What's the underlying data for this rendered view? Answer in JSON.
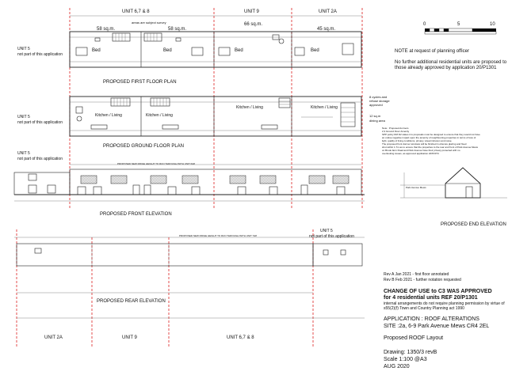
{
  "units_header": {
    "unit_678": "UNIT 6,7 & 8",
    "unit_9": "UNIT 9",
    "unit_2a": "UNIT 2A"
  },
  "first_floor": {
    "area_note": "areas are subject survey",
    "area_1": "58 sq.m.",
    "area_2": "58 sq.m.",
    "area_3": "66 sq.m.",
    "area_4": "45 sq.m.",
    "bed": "Bed",
    "title": "PROPOSED FIRST FLOOR PLAN"
  },
  "ground_floor": {
    "kitchen": "Kitchen / Living",
    "title": "PROPOSED GROUND FLOOR PLAN",
    "cycles_note_1": "8 cycles and",
    "cycles_note_2": "refuse storage",
    "cycles_note_3": "approved",
    "dining_1": "12 sq.m",
    "dining_2": "dining area"
  },
  "unit5_labels": {
    "line1": "UNIT 5",
    "line2": "not part of this application"
  },
  "front_elevation": {
    "ridge_note": "PROPOSED NEW RIDGE HEIGHT TO RUN THROUGH WITH UNIT 6&8",
    "title": "PROPOSED FRONT ELEVATION"
  },
  "end_elevation": {
    "title": "PROPOSED END ELEVATION",
    "label": "Park Avenue Mews"
  },
  "rear_elevation": {
    "ridge_note": "PROPOSED NEW RIDGE HEIGHT TO RUN THROUGH WITH UNIT 7&8",
    "title": "PROPOSED REAR ELEVATION",
    "unit_2a": "UNIT 2A",
    "unit_9": "UNIT 9",
    "unit_678": "UNIT 6,7 & 8"
  },
  "scale_bar": {
    "t0": "0",
    "t5": "5",
    "t10": "10"
  },
  "notes": {
    "planning_note": "NOTE at request of planning officer",
    "no_further_1": "No further additional residential units are proposed to",
    "no_further_2": "those already approved by application 20/P1301",
    "small_note_lines": [
      "Note : Proposed dormers",
      "2,3 Ground Floor Amenity",
      "SPP policy DM D2 states it is proposals must be designed to ensure that they would not have",
      "an undue negative impact upon the amenity of neighbouring properties in terms of loss of",
      "light, quality of living conditions, privacy, visual intrusion and noise.",
      "The proposed front dormer windows will be finished in obscure glazing and fixed",
      "shut within 1.7m as to ensure that the properties to the rear and front of Park Avenue Mews",
      "on Brook farm Road and Park Avenue have their privacy protected with no",
      "overlooking issues, as approved application 22/P2374"
    ]
  },
  "revisions": {
    "rev_a": "Rev A Jan 2021 - first floor annotated",
    "rev_b": "Rev B Feb 2021 - further notation requested"
  },
  "approval": {
    "line1": "CHANGE OF USE to C3 WAS APPROVED",
    "line2": "for 4 residential units  REF 20/P1301",
    "line3": "internal arrangements do not require planning permission by virtue of",
    "line4": "s55(2)(f) Town and Country Planning act 1990"
  },
  "application": {
    "line1": "APPLICATION : ROOF ALTERATIONS",
    "line2": "SITE :2a, 6-9  Park Avenue Mews CR4 2EL",
    "layout": "Proposed ROOF Layout"
  },
  "drawing": {
    "number": "Drawing: 1350/3 revB",
    "scale": "Scale 1:100 @A3",
    "date": "AUG 2020"
  },
  "colors": {
    "unit_divider": "#dd2222",
    "linework": "#222222"
  }
}
